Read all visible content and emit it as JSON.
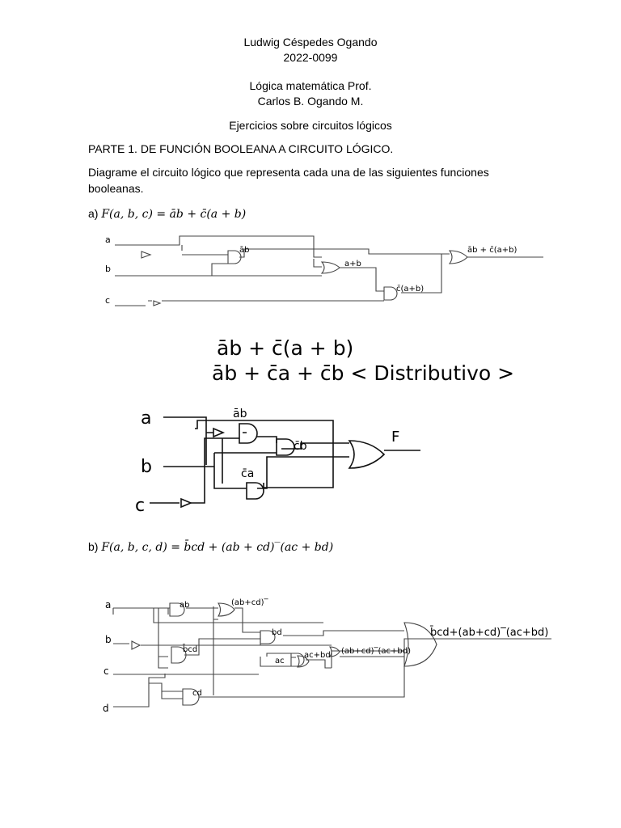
{
  "header": {
    "author": "Ludwig Céspedes Ogando",
    "id": "2022-0099",
    "course": "Lógica matemática Prof.",
    "professor": "Carlos B. Ogando M.",
    "subject": "Ejercicios sobre circuitos lógicos"
  },
  "part": {
    "title": "PARTE 1. DE FUNCIÓN BOOLEANA A CIRCUITO LÓGICO.",
    "instruction": "Diagrame el circuito lógico que representa cada una de las siguientes funciones booleanas."
  },
  "exercise_a": {
    "label": "a)",
    "function": "F(a, b, c) = āb + c̄(a + b)",
    "diagram1": {
      "inputs": [
        "a",
        "b",
        "c"
      ],
      "gate_labels": [
        "āb",
        "a+b",
        "c̄(a+b)",
        "āb + c̄(a+b)"
      ]
    },
    "work_line1": "āb + c̄(a + b)",
    "work_line2": "āb + c̄a + c̄b < Distributivo >",
    "diagram2": {
      "inputs": [
        "a",
        "b",
        "c"
      ],
      "gate_labels": [
        "āb",
        "c̄b",
        "c̄a"
      ],
      "output": "F"
    }
  },
  "exercise_b": {
    "label": "b)",
    "function": "F(a, b, c, d) = b̄cd + (ab + cd)‾(ac + bd)",
    "diagram": {
      "inputs": [
        "a",
        "b",
        "c",
        "d"
      ],
      "gate_labels": [
        "ab",
        "(ab+cd)‾",
        "bd",
        "b̄cd",
        "ac",
        "ac+bd",
        "(ab+cd)‾(ac+bd)",
        "cd"
      ],
      "output_label": "b̄cd+(ab+cd)‾(ac+bd)"
    }
  }
}
